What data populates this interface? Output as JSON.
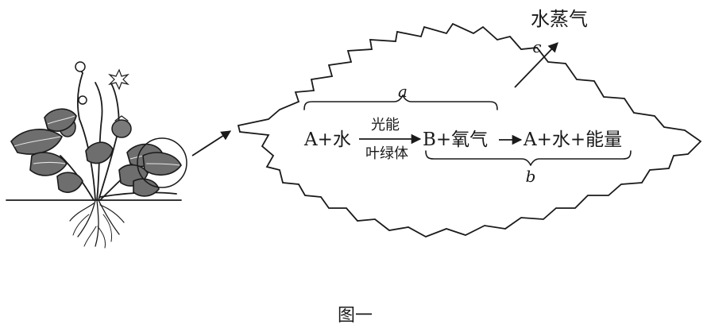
{
  "diagram": {
    "vapor_label": "水蒸气",
    "label_a": "a",
    "label_b": "b",
    "label_c": "c",
    "eq_start": "A+水",
    "arrow_top": "光能",
    "arrow_bottom": "叶绿体",
    "eq_middle": "B+氧气",
    "eq_end": "A+水+能量",
    "caption": "图一"
  }
}
